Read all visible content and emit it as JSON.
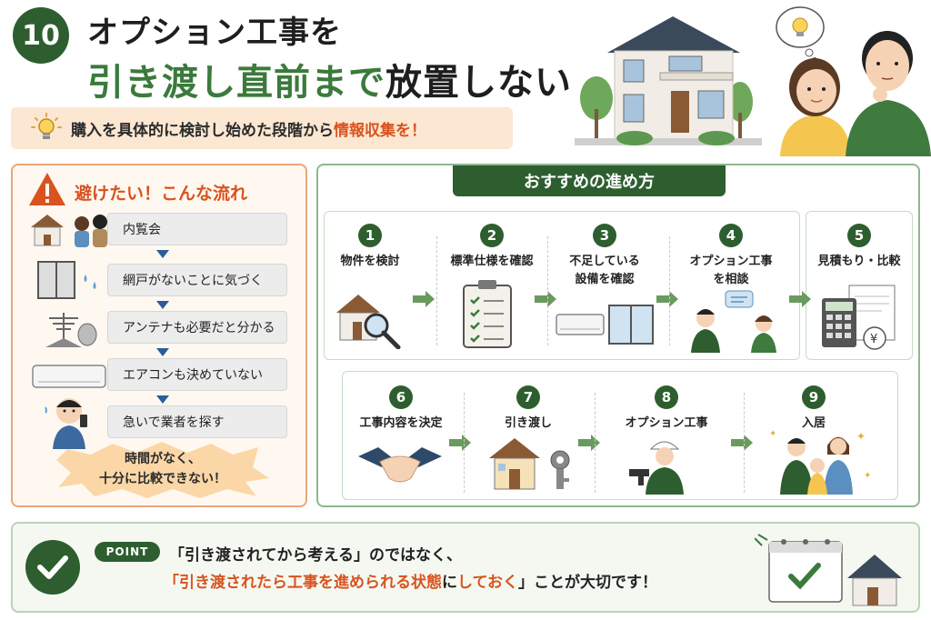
{
  "header": {
    "number": "10",
    "title_line1": "オプション工事を",
    "title_line2_green": "引き渡し直前まで",
    "title_line2_dark": "放置しない",
    "tip_text": "購入を具体的に検討し始めた段階から",
    "tip_highlight": "情報収集を！"
  },
  "avoid": {
    "title": "避けたい！こんな流れ",
    "items": [
      "内覧会",
      "網戸がないことに気づく",
      "アンテナも必要だと分かる",
      "エアコンも決めていない",
      "急いで業者を探す"
    ],
    "warning_line1": "時間がなく、",
    "warning_line2": "十分に比較できない！"
  },
  "recommended": {
    "title": "おすすめの進め方",
    "steps": [
      {
        "num": "1",
        "label1": "物件を検討",
        "label2": ""
      },
      {
        "num": "2",
        "label1": "標準仕様を確認",
        "label2": ""
      },
      {
        "num": "3",
        "label1": "不足している",
        "label2": "設備を確認"
      },
      {
        "num": "4",
        "label1": "オプション工事",
        "label2": "を相談"
      },
      {
        "num": "5",
        "label1": "見積もり・比較",
        "label2": ""
      },
      {
        "num": "6",
        "label1": "工事内容を決定",
        "label2": ""
      },
      {
        "num": "7",
        "label1": "引き渡し",
        "label2": ""
      },
      {
        "num": "8",
        "label1": "オプション工事",
        "label2": ""
      },
      {
        "num": "9",
        "label1": "入居",
        "label2": ""
      }
    ]
  },
  "point": {
    "badge": "POINT",
    "line1": "「引き渡されてから考える」のではなく、",
    "line2_red1": "「引き渡されたら工事を進められる状態",
    "line2_mid": "に",
    "line2_red2": "しておく",
    "line2_end": "」ことが大切です！"
  },
  "colors": {
    "brand_green": "#2e5e2f",
    "accent_orange": "#d9531e",
    "arrow_green": "#6a9a5e"
  }
}
